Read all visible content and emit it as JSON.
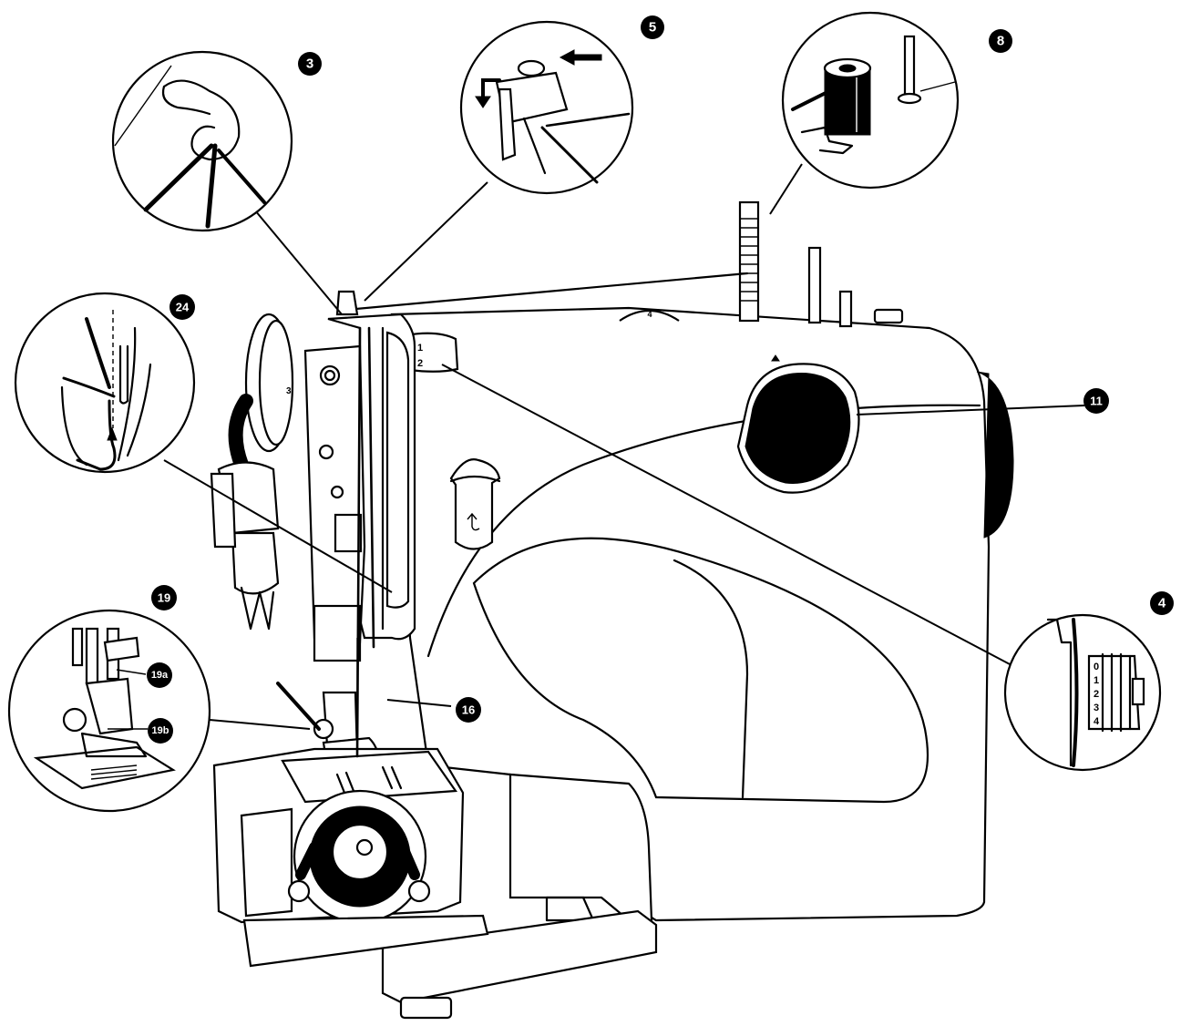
{
  "callouts": [
    {
      "id": "3",
      "label": "3"
    },
    {
      "id": "5",
      "label": "5"
    },
    {
      "id": "8",
      "label": "8"
    },
    {
      "id": "24",
      "label": "24"
    },
    {
      "id": "11",
      "label": "11"
    },
    {
      "id": "19",
      "label": "19"
    },
    {
      "id": "19a",
      "label": "19a"
    },
    {
      "id": "19b",
      "label": "19b"
    },
    {
      "id": "16",
      "label": "16"
    },
    {
      "id": "4",
      "label": "4"
    }
  ],
  "tension_dial": {
    "head_numbers": [
      "1",
      "2",
      "3"
    ],
    "detail_numbers": [
      "0",
      "1",
      "2",
      "3",
      "4"
    ]
  },
  "stitch_window_number": "4",
  "colors": {
    "ink": "#000000",
    "paper": "#ffffff",
    "shade": "#8a8a8a"
  }
}
